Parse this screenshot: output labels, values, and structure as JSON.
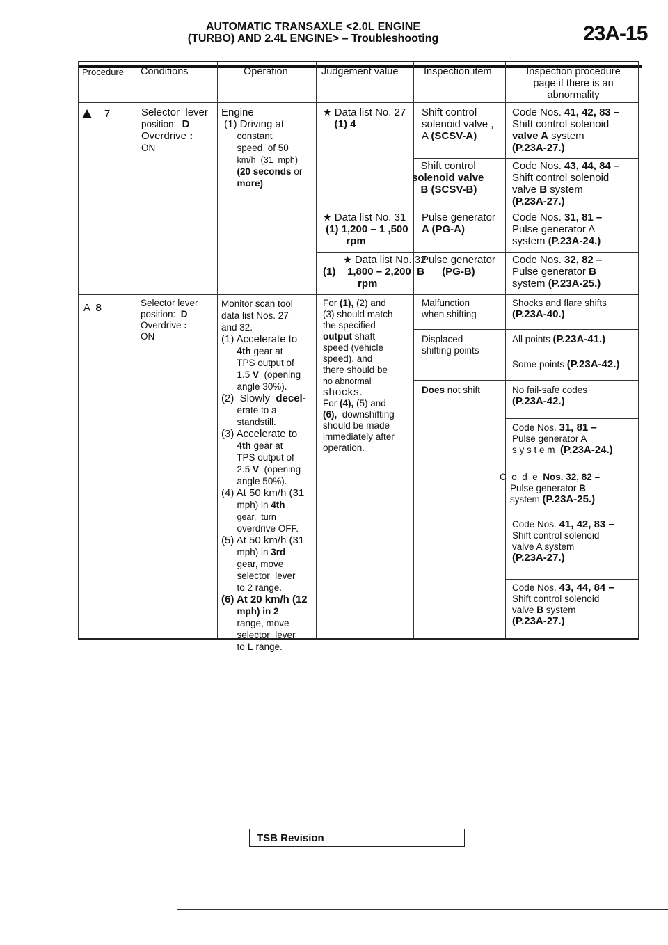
{
  "header": {
    "title_line1": "AUTOMATIC TRANSAXLE <2.0L ENGINE",
    "title_line2": "(TURBO) AND 2.4L ENGINE> – Troubleshooting",
    "page_number": "23A-15"
  },
  "table": {
    "columns": [
      "Procedure",
      "Conditions",
      "Operation",
      "Judgement value",
      "Inspection item",
      "Inspection procedure page if there is an abnormality"
    ],
    "row7": {
      "procedure": "7",
      "conditions": "Selector lever position: D Overdrive : ON",
      "operation": "Engine (1) Driving at constant speed of 50 km/h (31 mph) (20 seconds or more)",
      "judgements": [
        {
          "label": "★ Data list No. 27",
          "value": "(1) 4"
        },
        {
          "label": "★ Data list No. 31",
          "value": "(1) 1,200 – 1 ,500 rpm"
        },
        {
          "label": "★ Data list No. 32",
          "value": "(1) 1,800 – 2,200 rpm"
        }
      ],
      "items": [
        {
          "item": "Shift control solenoid valve , A (SCSV-A)",
          "proc": "Code Nos. 41, 42, 83 – Shift control solenoid valve A system (P.23A-27.)"
        },
        {
          "item": "Shift control solenoid valve B (SCSV-B)",
          "proc": "Code Nos. 43, 44, 84 – Shift control solenoid valve B system (P.23A-27.)"
        },
        {
          "item": "Pulse generator A (PG-A)",
          "proc": "Code Nos. 31, 81 – Pulse generator A system (P.23A-24.)"
        },
        {
          "item": "Pulse generator B (PG-B)",
          "proc": "Code Nos. 32, 82 – Pulse generator B system (P.23A-25.)"
        }
      ]
    },
    "row8": {
      "procedure": "8",
      "conditions": "Selector lever position: D Overdrive : ON",
      "operation": "Monitor scan tool data list Nos. 27 and 32.",
      "judgement": "For (1), (2) and (3) should match the specified output shaft speed (vehicle speed), and there should be no abnormal shocks. For (4), (5) and (6), downshifting should be made immediately after operation.",
      "items": [
        {
          "item": "Malfunction when shifting",
          "proc": "Shocks and flare shifts (P.23A-40.)"
        },
        {
          "item": "Displaced shifting points",
          "proc": "All points (P.23A-41.)"
        },
        {
          "item": "",
          "proc": "Some points (P.23A-42.)"
        },
        {
          "item": "Does not shift",
          "proc": "No fail-safe codes (P.23A-42.)"
        }
      ]
    }
  },
  "footer": {
    "revision_label": "TSB Revision"
  }
}
